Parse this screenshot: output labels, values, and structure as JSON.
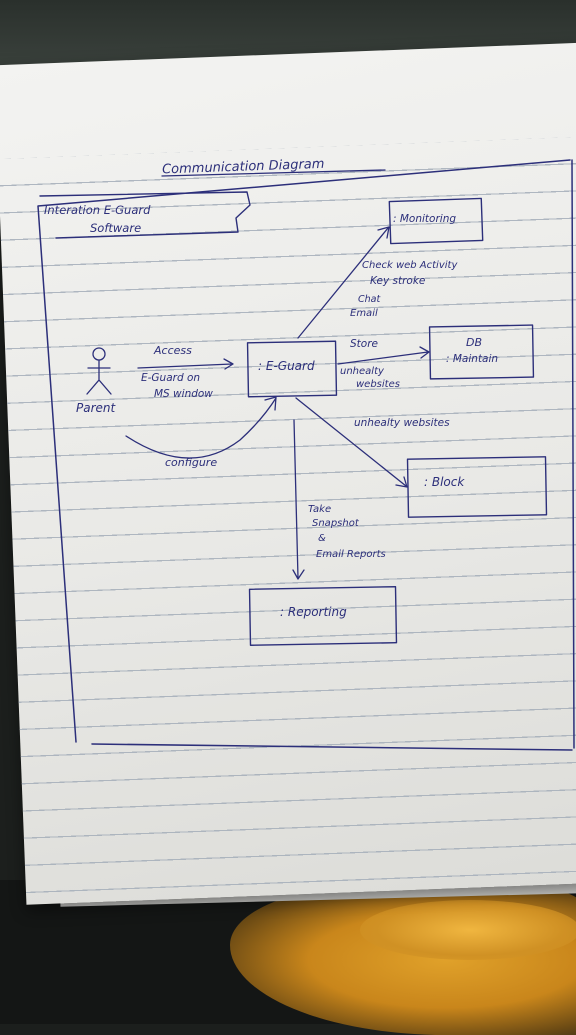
{
  "title": "Communication Diagram",
  "frame_label": {
    "line1": "Interation E-Guard",
    "line2": "Software"
  },
  "actor": {
    "name": "Parent"
  },
  "objects": {
    "eguard": ": E-Guard",
    "monitoring": ": Monitoring",
    "db": {
      "line1": "DB",
      "line2": ": Maintain"
    },
    "block": ": Block",
    "reporting": ": Reporting"
  },
  "messages": {
    "access": {
      "line1": "Access",
      "line2": "E-Guard on",
      "line3": "MS window"
    },
    "configure": "configure",
    "monitor": {
      "line1": "Check web Activity",
      "line2": "Key stroke",
      "line3": "Chat",
      "line4": "Email"
    },
    "store": {
      "line1": "Store",
      "line2": "unhealty",
      "line3": "websites"
    },
    "block": "unhealty websites",
    "report": {
      "line1": "Take",
      "line2": "Snapshot",
      "line3": "&",
      "line4": "Email Reports"
    }
  },
  "colors": {
    "ink": "#2c2f7a",
    "paper": "#eeeeeb",
    "rule": "#a7b0bb"
  }
}
